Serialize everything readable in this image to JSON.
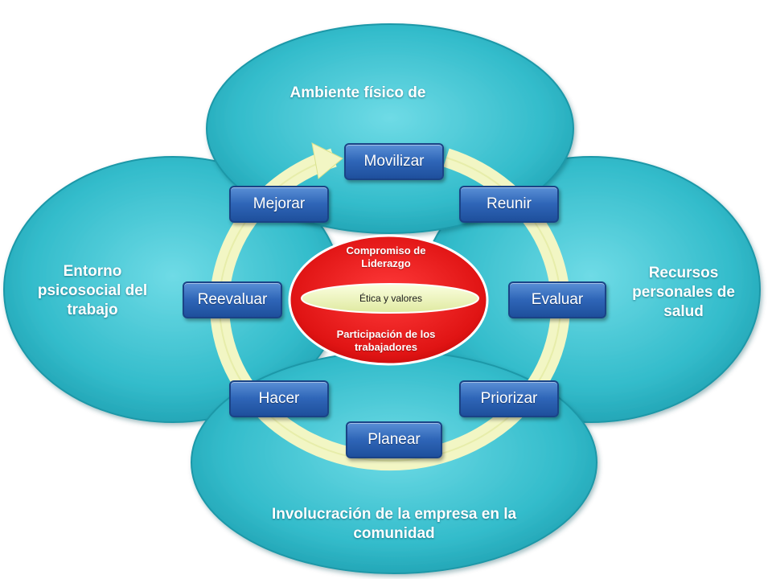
{
  "petals": {
    "top": "Ambiente físico de",
    "left": "Entorno psicosocial del trabajo",
    "right": "Recursos personales de salud",
    "bottom": "Involucración de la empresa en la comunidad"
  },
  "steps": {
    "movilizar": "Movilizar",
    "reunir": "Reunir",
    "evaluar": "Evaluar",
    "priorizar": "Priorizar",
    "planear": "Planear",
    "hacer": "Hacer",
    "reevaluar": "Reevaluar",
    "mejorar": "Mejorar"
  },
  "core": {
    "top": "Compromiso de Liderazgo",
    "center": "Ética y valores",
    "bottom": "Participación de los trabajadores"
  },
  "colors": {
    "petal": "#2fb7c7",
    "step": "#2f66b8",
    "core": "#e01a1a",
    "ring": "#eef3b8"
  }
}
